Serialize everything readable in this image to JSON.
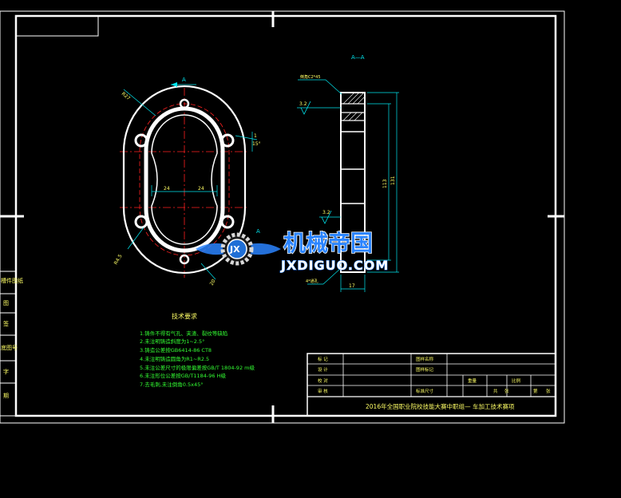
{
  "drawing": {
    "section_label": "A—A",
    "view_mark": "A",
    "view_mark_lower": "A",
    "dims": {
      "d_r": "R27",
      "d_15": "15°",
      "d_1": "1",
      "d_24a": "24",
      "d_24b": "24",
      "d_r45": "R4.5",
      "d_20": "20",
      "d_chamfer": "倒角C2*45",
      "d_32a": "3.2",
      "d_32b": "3.2",
      "d_113": "113",
      "d_131": "131",
      "d_17": "17",
      "d_4x": "4*通孔"
    }
  },
  "tech": {
    "title": "技术要求",
    "items": [
      "1.铸件不得有气孔、夹渣、裂纹等缺陷",
      "2.未注明铸造斜度为1~2.5°",
      "3.铸造公差按GB6414-86 CT8",
      "4.未注明铸造圆角为R1~R2.5",
      "5.未注公差尺寸的极限偏差按GB/T 1804-92 m级",
      "6.未注形位公差按GB/T1184-96 H级",
      "7.去毛刺,未注倒角0.5x45°"
    ]
  },
  "titleblock": {
    "r1": "标 记",
    "r2": "设 计",
    "r3": "校 对",
    "r4": "审 核",
    "m1": "图样名称",
    "m2": "图样标记",
    "m3": "标准尺寸",
    "w1": "重量",
    "w2": "比例",
    "p1": "共",
    "p2": "张",
    "p3": "第",
    "p4": "张",
    "bottom": "2016年全国职业院校技能大赛中职组— 车加工技术赛项"
  },
  "side_labels": [
    "槽件图纸",
    "图",
    "签",
    "底图号",
    "字",
    "期"
  ],
  "watermark": {
    "cn": "机械帝国",
    "en": "JXDIGUO.COM",
    "badge": "JX"
  },
  "colors": {
    "line": "#ffffff",
    "dim": "#00e5ee",
    "text": "#ffff66",
    "green": "#33ff33",
    "red": "#ff2020",
    "watermark": "#2a84ff"
  }
}
